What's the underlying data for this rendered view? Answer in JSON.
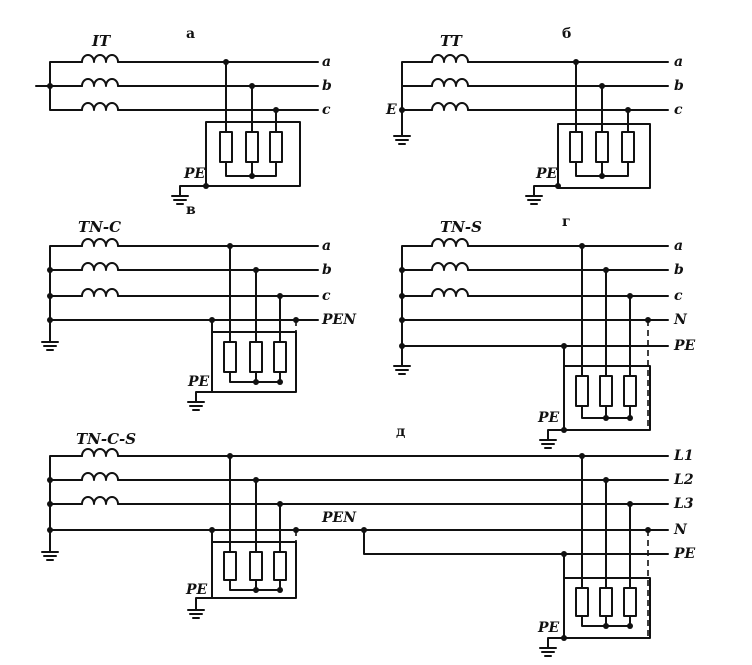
{
  "panels": {
    "a": {
      "label": "а",
      "system": "IT",
      "lines": [
        "a",
        "b",
        "c"
      ],
      "pe": "PE"
    },
    "b": {
      "label": "б",
      "system": "TT",
      "lines": [
        "a",
        "b",
        "c"
      ],
      "pe": "PE",
      "earth": "E"
    },
    "v": {
      "label": "в",
      "system": "TN-C",
      "lines": [
        "a",
        "b",
        "c",
        "PEN"
      ],
      "pe": "PE"
    },
    "g": {
      "label": "г",
      "system": "TN-S",
      "lines": [
        "a",
        "b",
        "c",
        "N",
        "PE"
      ],
      "pe": "PE"
    },
    "d": {
      "label": "д",
      "system": "TN-C-S",
      "lines": [
        "L1",
        "L2",
        "L3",
        "N",
        "PE"
      ],
      "pen": "PEN",
      "pe1": "PE",
      "pe2": "PE"
    }
  }
}
